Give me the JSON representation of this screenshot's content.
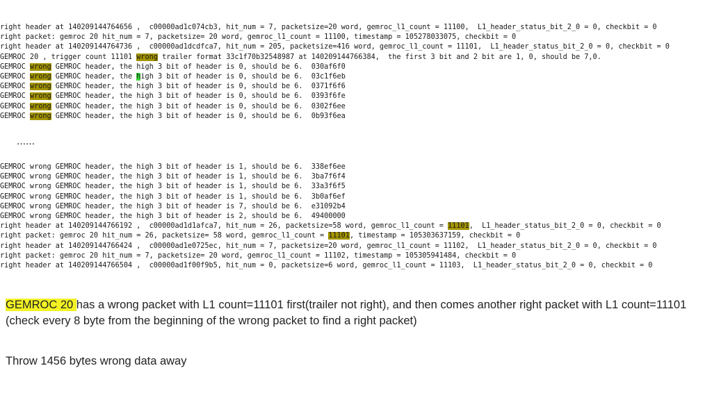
{
  "log_top": [
    "right header at 140209144764656 ,  c00000ad1c074cb3, hit_num = 7, packetsize=20 word, gemroc_l1_count = 11100,  L1_header_status_bit_2_0 = 0, checkbit = 0",
    "right packet: gemroc 20 hit_num = 7, packetsize= 20 word, gemroc_l1_count = 11100, timestamp = 105278033075, checkbit = 0",
    "right header at 140209144764736 ,  c00000ad1dcdfca7, hit_num = 205, packetsize=416 word, gemroc_l1_count = 11101,  L1_header_status_bit_2_0 = 0, checkbit = 0",
    {
      "pre": "GEMROC 20 , trigger count 11101 ",
      "hl": "wrong",
      "post": " trailer format 33c1f70b32548987 at 140209144766384,  the first 3 bit and 2 bit are 1, 0, should be 7,0."
    },
    {
      "pre": "GEMROC ",
      "hl": "wrong",
      "post": " GEMROC header, the high 3 bit of header is 0, should be 6.  030af6f0"
    },
    {
      "pre": "GEMROC ",
      "hl": "wrong",
      "post": " GEMROC header, the ",
      "hl2": "h",
      "post2": "igh 3 bit of header is 0, should be 6.  03c1f6eb"
    },
    {
      "pre": "GEMROC ",
      "hl": "wrong",
      "post": " GEMROC header, the high 3 bit of header is 0, should be 6.  0371f6f6"
    },
    {
      "pre": "GEMROC ",
      "hl": "wrong",
      "post": " GEMROC header, the high 3 bit of header is 0, should be 6.  0393f6fe"
    },
    {
      "pre": "GEMROC ",
      "hl": "wrong",
      "post": " GEMROC header, the high 3 bit of header is 0, should be 6.  0302f6ee"
    },
    {
      "pre": "GEMROC ",
      "hl": "wrong",
      "post": " GEMROC header, the high 3 bit of header is 0, should be 6.  0b93f6ea"
    }
  ],
  "ellipsis": "……",
  "log_bottom": [
    "GEMROC wrong GEMROC header, the high 3 bit of header is 1, should be 6.  338ef6ee",
    "GEMROC wrong GEMROC header, the high 3 bit of header is 1, should be 6.  3ba7f6f4",
    "GEMROC wrong GEMROC header, the high 3 bit of header is 1, should be 6.  33a3f6f5",
    "GEMROC wrong GEMROC header, the high 3 bit of header is 1, should be 6.  3b0af6ef",
    "GEMROC wrong GEMROC header, the high 3 bit of header is 7, should be 6.  e31092b4",
    "GEMROC wrong GEMROC header, the high 3 bit of header is 2, should be 6.  49400000",
    {
      "pre": "right header at 140209144766192 ,  c00000ad1d1afca7, hit_num = 26, packetsize=58 word, gemroc_l1_count = ",
      "hl": "11101",
      "post": ",  L1_header_status_bit_2_0 = 0, checkbit = 0"
    },
    {
      "pre": "right packet: gemroc 20 hit_num = 26, packetsize= 58 word, gemroc_l1_count = ",
      "hl": "11101",
      "post": ", timestamp = 105303637159, checkbit = 0"
    },
    "right header at 140209144766424 ,  c00000ad1e0725ec, hit_num = 7, packetsize=20 word, gemroc_l1_count = 11102,  L1_header_status_bit_2_0 = 0, checkbit = 0",
    "right packet: gemroc 20 hit_num = 7, packetsize= 20 word, gemroc_l1_count = 11102, timestamp = 105305941484, checkbit = 0",
    "right header at 140209144766504 ,  c00000ad1f00f9b5, hit_num = 0, packetsize=6 word, gemroc_l1_count = 11103,  L1_header_status_bit_2_0 = 0, checkbit = 0"
  ],
  "note1": {
    "highlight": "GEMROC 20 ",
    "text": "has a wrong packet with L1 count=11101 first(trailer not right), and then comes another right packet with L1 count=11101 (check every 8 byte from the beginning of the wrong packet to find a right packet)"
  },
  "note2": "Throw 1456 bytes wrong data away",
  "colors": {
    "olive_highlight": "#a39400",
    "green_highlight": "#3bd63b",
    "yellow_highlight": "#f2f224"
  }
}
